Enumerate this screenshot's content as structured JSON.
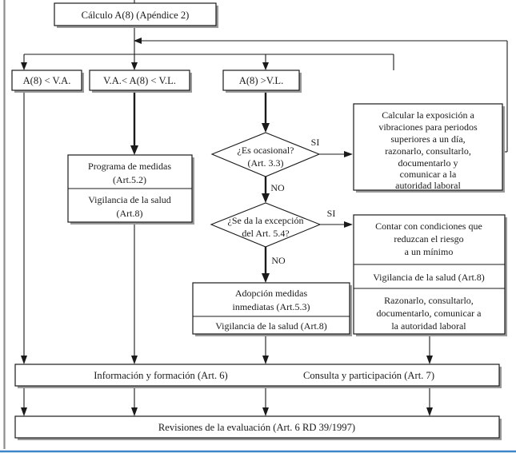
{
  "diagram": {
    "title": "Diagrama de flujo de evaluacion de vibraciones",
    "colors": {
      "stroke": "#1a1a1a",
      "box_fill": "#ffffff",
      "shadow": "#9a9a9a",
      "frame_left": "#8d8d8d",
      "frame_bottom": "#3f86c8",
      "page_background": "#ffffff"
    },
    "nodes": {
      "calculo": {
        "label": "Cálculo A(8) (Apéndice 2)"
      },
      "branch_va": {
        "label": "A(8) < V.A."
      },
      "branch_between": {
        "label": "V.A.< A(8) < V.L."
      },
      "branch_vl": {
        "label": "A(8) >V.L."
      },
      "programa": {
        "rows": [
          "Programa de medidas\n(Art.5.2)",
          "Vigilancia de la salud\n(Art.8)"
        ],
        "row_1_line_1": "Programa de medidas",
        "row_1_line_2": "(Art.5.2)",
        "row_2_line_1": "Vigilancia de la salud",
        "row_2_line_2": "(Art.8)"
      },
      "es_ocasional": {
        "line_1": "¿Es ocasional?",
        "line_2": "(Art. 3.3)"
      },
      "calcular_exposicion": {
        "line_1": "Calcular la exposición a",
        "line_2": "vibraciones para periodos",
        "line_3": "superiores a un día,",
        "line_4": "razonarlo,  consultarlo,",
        "line_5": "documentarlo y",
        "line_6": "comunicar a la",
        "line_7": "autoridad laboral"
      },
      "excepcion": {
        "line_1": "¿Se da la excepción",
        "line_2": "del Art. 5.4?"
      },
      "contar_condiciones": {
        "row_1_line_1": "Contar con condiciones que",
        "row_1_line_2": "reduzcan el riesgo",
        "row_1_line_3": "a un mínimo",
        "row_2_line_1": "Vigilancia de la salud (Art.8)",
        "row_3_line_1": "Razonarlo, consultarlo,",
        "row_3_line_2": "documentarlo, comunicar a",
        "row_3_line_3": "la autoridad laboral"
      },
      "adopcion": {
        "row_1_line_1": "Adopción medidas",
        "row_1_line_2": "inmediatas (Art.5.3)",
        "row_2_line_1": "Vigilancia de la salud (Art.8)"
      },
      "informacion": {
        "label_left": "Información y formación (Art. 6)",
        "label_right": "Consulta y participación (Art. 7)"
      },
      "revisiones": {
        "label": "Revisiones de la evaluación (Art. 6 RD 39/1997)"
      }
    },
    "edge_labels": {
      "si_ocasional": "SI",
      "no_ocasional": "NO",
      "si_excepcion": "SI",
      "no_excepcion": "NO"
    }
  }
}
